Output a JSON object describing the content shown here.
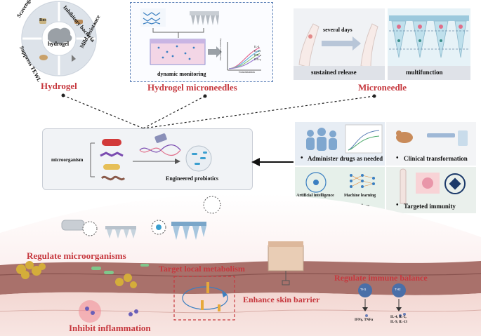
{
  "top_left": {
    "center": "hydrogel",
    "q_top_left": "Scavenging Ros",
    "q_top_right": "Inhibitory bacteria",
    "q_bottom_left": "Suppress TEWL",
    "q_bottom_right": "Mild resistance",
    "ros_badge": "Ros",
    "title": "Hydrogel"
  },
  "top_middle": {
    "caption": "dynamic monitoring",
    "title": "Hydrogel microneedles",
    "graph_y_label": "Fluorescence intensity",
    "graph_x_label": "Concentration",
    "legend": [
      "IL-4",
      "IL-13",
      "IFN-α",
      "IFN-γ"
    ]
  },
  "top_right": {
    "arrow_text": "several days",
    "caption_left": "sustained release",
    "caption_right": "multifunction",
    "title": "Microneedle"
  },
  "middle_left": {
    "microorganism": "microorganism",
    "engineered": "Engineered probiotics"
  },
  "middle_right": {
    "administer": "Administer drugs as needed",
    "clinical": "Clinical transformation",
    "ai": "Artificial intelligence",
    "ml": "Machine learning",
    "accurate": "Accurate prediction",
    "targeted": "Targeted immunity",
    "bullet": "•"
  },
  "bottom": {
    "regulate_micro": "Regulate microorganisms",
    "target_metab": "Target local metabolism",
    "enhance": "Enhance skin barrier",
    "regulate_immune": "Regulate immune balance",
    "inhibit": "Inhibit inflammation",
    "th1": "TH1",
    "th2": "TH2",
    "th1_out": "IFNγ, TNFα",
    "th2_out_1": "IL-4, IL-5,",
    "th2_out_2": "IL-9, IL-13"
  },
  "colors": {
    "accent_red": "#c6383e",
    "skin_dark": "#9a5b57",
    "skin_light": "#f6d8d3",
    "blue": "#3a7fc1"
  }
}
